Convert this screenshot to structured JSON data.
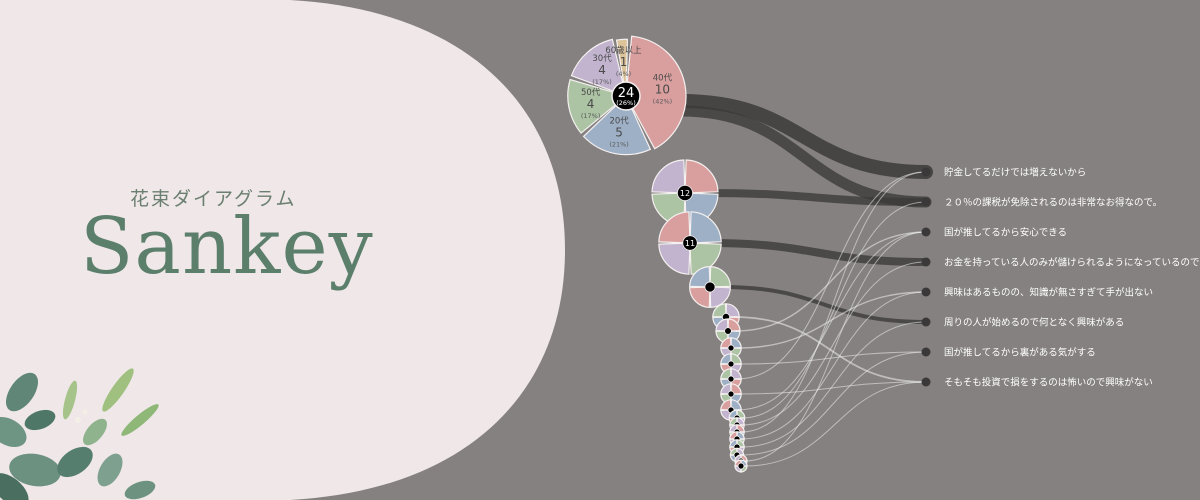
{
  "header": {
    "subtitle": "花束ダイアグラム",
    "title": "Sankey"
  },
  "colors": {
    "background": "#858180",
    "panel": "#efe7e8",
    "title_green": "#5c7f6c",
    "age_20s": "#9eb0c6",
    "age_30s": "#c2b4cf",
    "age_40s": "#d99f9e",
    "age_50s": "#acc4a4",
    "age_60s": "#dcc39a",
    "center": "#000000",
    "flow_dark": "#3c3a3a",
    "flow_light": "#eeeeee"
  },
  "chart_data": {
    "type": "sankey",
    "main_bouquet": {
      "total": 24,
      "total_pct": "(26%)",
      "segments": [
        {
          "label": "40代",
          "value": 10,
          "pct": "(42%)",
          "color": "#d99f9e"
        },
        {
          "label": "20代",
          "value": 5,
          "pct": "(21%)",
          "color": "#9eb0c6"
        },
        {
          "label": "50代",
          "value": 4,
          "pct": "(17%)",
          "color": "#acc4a4"
        },
        {
          "label": "30代",
          "value": 4,
          "pct": "(17%)",
          "color": "#c2b4cf"
        },
        {
          "label": "60歳以上",
          "value": 1,
          "pct": "(4%)",
          "color": "#dcc39a"
        }
      ]
    },
    "small_bouquets": [
      {
        "total": "12",
        "size": 0.55,
        "target": 1,
        "weight": 8
      },
      {
        "total": "11",
        "size": 0.52,
        "target": 3,
        "weight": 8
      },
      {
        "total": "",
        "size": 0.34,
        "target": 5,
        "weight": 4
      },
      {
        "total": "",
        "size": 0.22,
        "target": 7,
        "weight": 2.5
      },
      {
        "total": "",
        "size": 0.2,
        "target": 2,
        "weight": 2
      },
      {
        "total": "",
        "size": 0.17,
        "target": 4,
        "weight": 2
      },
      {
        "total": "",
        "size": 0.17,
        "target": 6,
        "weight": 1.6
      },
      {
        "total": "",
        "size": 0.17,
        "target": 0,
        "weight": 1.4
      },
      {
        "total": "",
        "size": 0.17,
        "target": 7,
        "weight": 1.4
      },
      {
        "total": "",
        "size": 0.17,
        "target": 2,
        "weight": 1.2
      },
      {
        "total": "",
        "size": 0.13,
        "target": 1,
        "weight": 1
      },
      {
        "total": "",
        "size": 0.12,
        "target": 3,
        "weight": 1
      },
      {
        "total": "",
        "size": 0.12,
        "target": 0,
        "weight": 1
      },
      {
        "total": "",
        "size": 0.12,
        "target": 4,
        "weight": 1
      },
      {
        "total": "",
        "size": 0.12,
        "target": 5,
        "weight": 1
      },
      {
        "total": "",
        "size": 0.11,
        "target": 6,
        "weight": 1
      },
      {
        "total": "",
        "size": 0.1,
        "target": 2,
        "weight": 1
      },
      {
        "total": "",
        "size": 0.1,
        "target": 7,
        "weight": 1
      }
    ],
    "reasons": [
      "貯金してるだけでは増えないから",
      "２０％の課税が免除されるのは非常なお得なので。",
      "国が推してるから安心できる",
      "お金を持っている人のみが儲けられるようになっているので",
      "興味はあるものの、知識が無さすぎて手が出ない",
      "周りの人が始めるので何となく興味がある",
      "国が推してるから裏がある気がする",
      "そもそも投資で損をするのは怖いので興味がない"
    ]
  }
}
